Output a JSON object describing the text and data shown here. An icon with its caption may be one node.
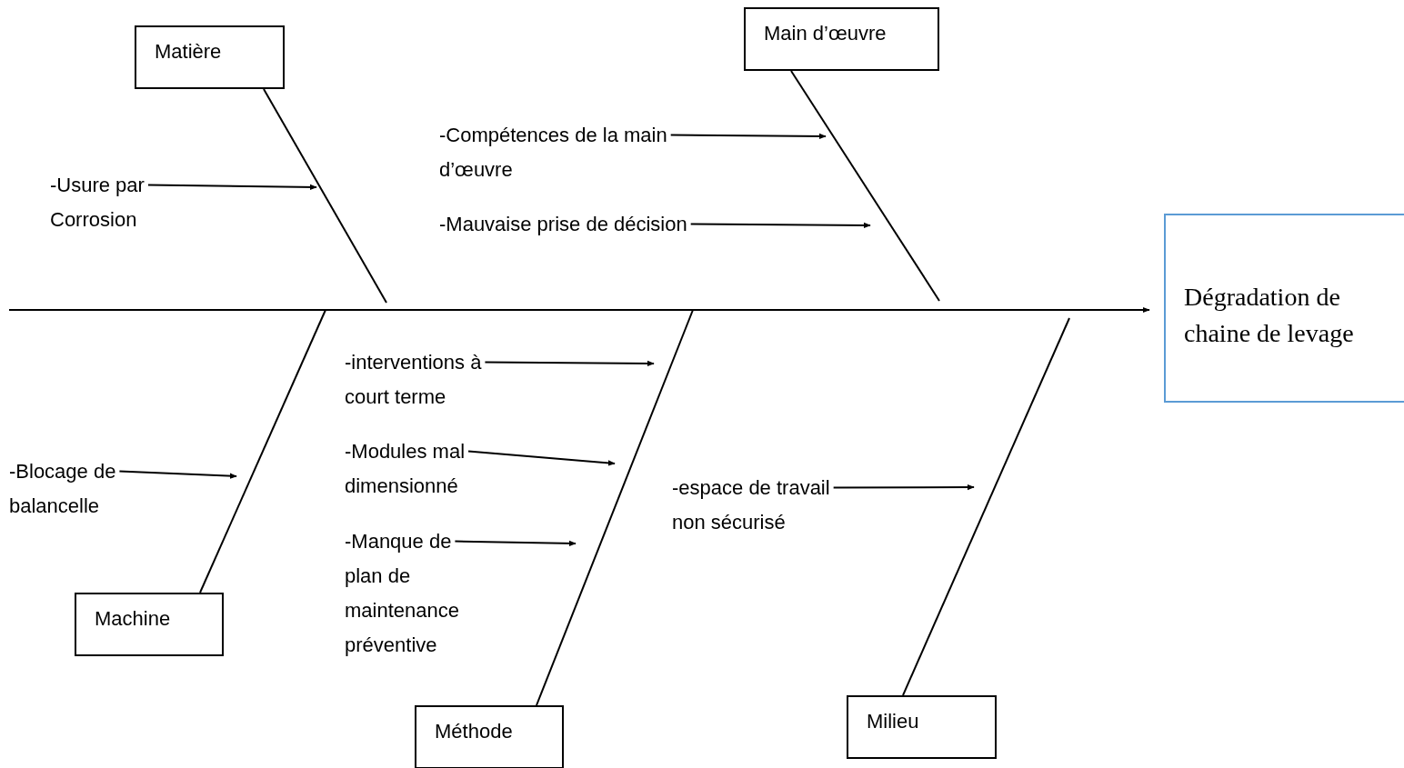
{
  "diagram": {
    "nodes": [
      {
        "text": [
          "Matière"
        ]
      },
      {
        "text": [
          "Main d’œuvre"
        ]
      },
      {
        "text": [
          "Machine"
        ]
      },
      {
        "text": [
          "Méthode"
        ]
      },
      {
        "text": [
          "Milieu"
        ]
      },
      {
        "text": [
          "Dégradation de chaine de levage"
        ]
      },
      {
        "text": [
          "-Usure par Corrosion"
        ]
      },
      {
        "text": [
          "-Compétences de la main d’œuvre"
        ]
      },
      {
        "text": [
          "-Mauvaise prise de décision"
        ]
      },
      {
        "text": [
          "-Blocage de balancelle"
        ]
      },
      {
        "text": [
          "-interventions à court terme"
        ]
      },
      {
        "text": [
          "-Modules mal dimensionné"
        ]
      },
      {
        "text": [
          "-Manque de plan de maintenance préventive"
        ]
      },
      {
        "text": [
          "-espace de travail non sécurisé"
        ]
      }
    ],
    "edges": [
      {
        "from": null,
        "to": 5,
        "arrow": "to"
      },
      {
        "from": 0,
        "to": null,
        "arrow": "none"
      },
      {
        "from": 1,
        "to": null,
        "arrow": "none"
      },
      {
        "from": 2,
        "to": null,
        "arrow": "none"
      },
      {
        "from": 3,
        "to": null,
        "arrow": "none"
      },
      {
        "from": 4,
        "to": null,
        "arrow": "none"
      },
      {
        "from": 6,
        "to": null,
        "arrow": "to"
      },
      {
        "from": 7,
        "to": null,
        "arrow": "to"
      },
      {
        "from": 8,
        "to": null,
        "arrow": "to"
      },
      {
        "from": 9,
        "to": null,
        "arrow": "to"
      },
      {
        "from": 10,
        "to": null,
        "arrow": "to"
      },
      {
        "from": 11,
        "to": null,
        "arrow": "to"
      },
      {
        "from": 12,
        "to": null,
        "arrow": "to"
      },
      {
        "from": 13,
        "to": null,
        "arrow": "to"
      }
    ]
  }
}
